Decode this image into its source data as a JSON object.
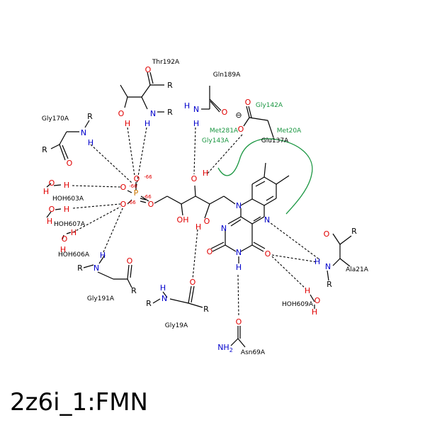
{
  "caption": "2z6i_1:FMN",
  "colors": {
    "bond": "#000000",
    "oxygen": "#e00000",
    "nitrogen": "#0000cc",
    "phosphorus": "#cc7700",
    "hydrophobic": "#1a9641"
  },
  "residues": {
    "thr192": "Thr192A",
    "gln189": "Gln189A",
    "gly170": "Gly170A",
    "gly142": "Gly142A",
    "met281": "Met281A",
    "met20": "Met20A",
    "gly143": "Gly143A",
    "glu137": "Glu137A",
    "ala21": "Ala21A",
    "gly191": "Gly191A",
    "gly19": "Gly19A",
    "asn69": "Asn69A",
    "hoh603": "HOH603A",
    "hoh607": "HOH607A",
    "hoh606": "HOH606A",
    "hoh609": "HOH609A"
  },
  "atoms": {
    "o": "O",
    "n": "N",
    "h": "H",
    "p": "P",
    "r": "R",
    "nh": "NH",
    "oh": "OH",
    "nh2": "NH",
    "nh2_sub": "2",
    "charge_minus": "⊖",
    "charge_66": "-66",
    "charge_66b": "-66",
    "charge_66c": "-66",
    "charge_66d": "-66"
  }
}
